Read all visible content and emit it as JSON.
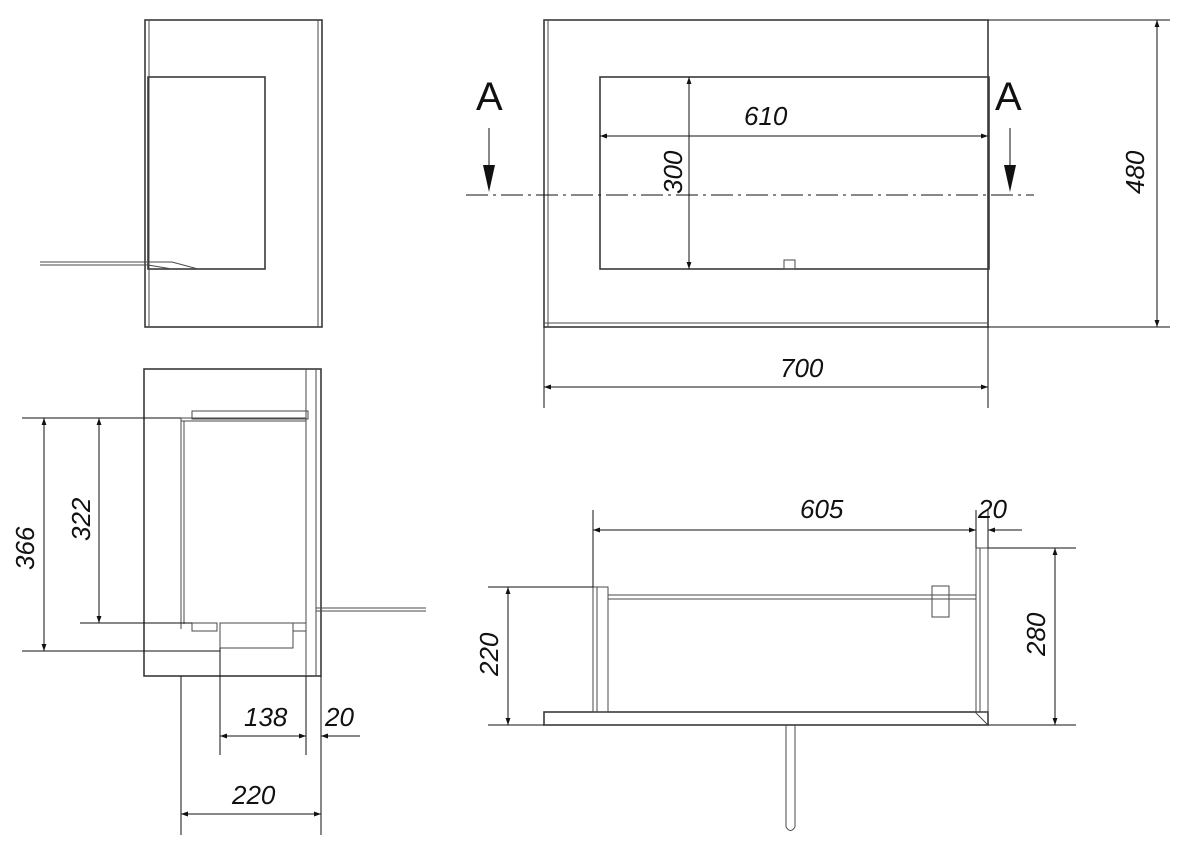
{
  "drawing": {
    "section_marker": "A",
    "front_view": {
      "width": "700",
      "height": "480",
      "opening_width": "610",
      "opening_height": "300"
    },
    "side_section": {
      "outer_height": "366",
      "inner_height": "322",
      "burner_depth": "138",
      "wall": "20",
      "total_depth": "220"
    },
    "bottom_view": {
      "insert_width": "605",
      "wall": "20",
      "height": "280",
      "insert_height": "220"
    }
  }
}
